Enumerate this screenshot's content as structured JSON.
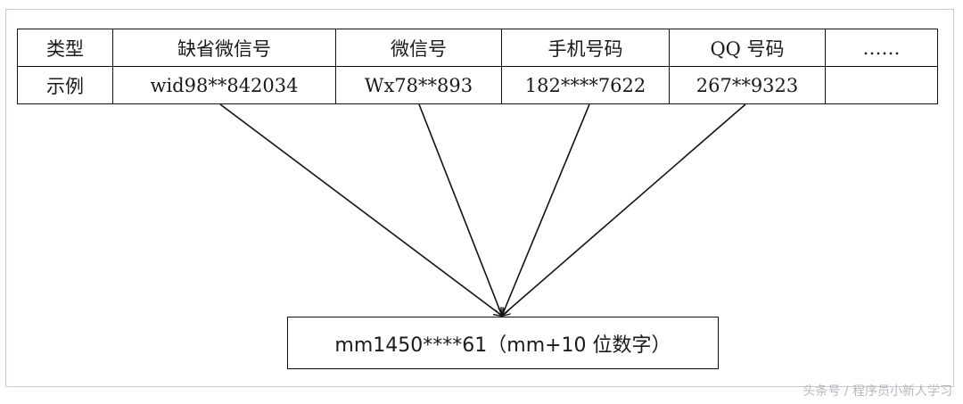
{
  "table": {
    "header": [
      "类型",
      "缺省微信号",
      "微信号",
      "手机号码",
      "QQ 号码",
      "……"
    ],
    "example": [
      "示例",
      "wid98**842034",
      "Wx78**893",
      "182****7622",
      "267**9323",
      ""
    ]
  },
  "result": "mm1450****61（mm+10 位数字）",
  "watermark": "头条号 / 程序员小新人学习",
  "arrows": {
    "sources": [
      "缺省微信号",
      "微信号",
      "手机号码",
      "QQ 号码"
    ],
    "target": "mm1450****61（mm+10 位数字）"
  }
}
